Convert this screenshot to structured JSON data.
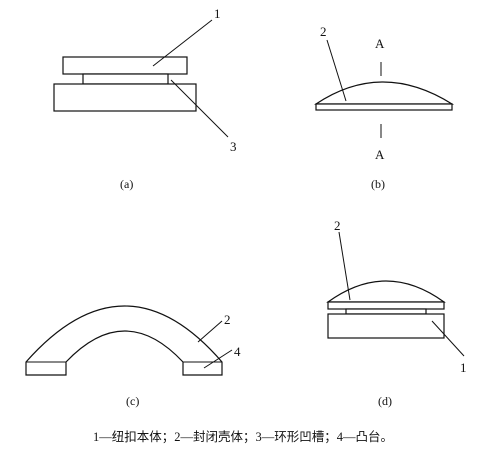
{
  "figure": {
    "panel_a": {
      "label": "(a)",
      "callout_top": "1",
      "callout_bottom": "3"
    },
    "panel_b": {
      "label": "(b)",
      "callout_shell": "2",
      "section_top": "A",
      "section_bottom": "A"
    },
    "panel_c": {
      "label": "(c)",
      "callout_shell": "2",
      "callout_boss": "4"
    },
    "panel_d": {
      "label": "(d)",
      "callout_shell": "2",
      "callout_body": "1"
    },
    "caption": "1—纽扣本体；2—封闭壳体；3—环形凹槽；4—凸台。"
  }
}
